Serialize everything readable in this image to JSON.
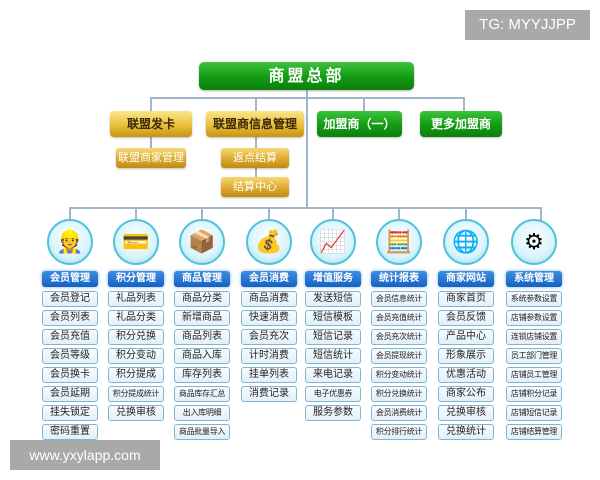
{
  "watermarks": {
    "top_right": "TG: MYYJJPP",
    "bottom_left": "www.yxylapp.com"
  },
  "root": {
    "label": "商盟总部"
  },
  "level2": [
    {
      "label": "联盟发卡",
      "style": "gold",
      "children": [
        "联盟商家管理"
      ]
    },
    {
      "label": "联盟商信息管理",
      "style": "gold",
      "children": [
        "返点结算",
        "结算中心"
      ]
    },
    {
      "label": "加盟商（一）",
      "style": "green",
      "children": []
    },
    {
      "label": "更多加盟商",
      "style": "green",
      "children": []
    }
  ],
  "modules": [
    {
      "label": "会员管理",
      "icon": "users-icon",
      "glyph": "👷",
      "items": [
        "会员登记",
        "会员列表",
        "会员充值",
        "会员等级",
        "会员换卡",
        "会员延期",
        "挂失锁定",
        "密码重置"
      ]
    },
    {
      "label": "积分管理",
      "icon": "credit-card-icon",
      "glyph": "💳",
      "items": [
        "礼品列表",
        "礼品分类",
        "积分兑换",
        "积分变动",
        "积分提成",
        "积分提成统计",
        "兑换审核"
      ]
    },
    {
      "label": "商品管理",
      "icon": "goods-box-icon",
      "glyph": "📦",
      "items": [
        "商品分类",
        "新增商品",
        "商品列表",
        "商品入库",
        "库存列表",
        "商品库存汇总",
        "出入库明细",
        "商品批量导入"
      ]
    },
    {
      "label": "会员消费",
      "icon": "coins-icon",
      "glyph": "💰",
      "items": [
        "商品消费",
        "快速消费",
        "会员充次",
        "计时消费",
        "挂单列表",
        "消费记录"
      ]
    },
    {
      "label": "增值服务",
      "icon": "monitor-chart-icon",
      "glyph": "📈",
      "items": [
        "发送短信",
        "短信模板",
        "短信记录",
        "短信统计",
        "来电记录",
        "电子优惠券",
        "服务参数"
      ]
    },
    {
      "label": "统计报表",
      "icon": "report-calculator-icon",
      "glyph": "🧮",
      "items": [
        "会员信息统计",
        "会员充值统计",
        "会员充次统计",
        "会员提现统计",
        "积分变动统计",
        "积分兑换统计",
        "会员消费统计",
        "积分排行统计"
      ]
    },
    {
      "label": "商家网站",
      "icon": "website-icon",
      "glyph": "🌐",
      "items": [
        "商家首页",
        "会员反馈",
        "产品中心",
        "形象展示",
        "优惠活动",
        "商家公布",
        "兑换审核",
        "兑换统计"
      ]
    },
    {
      "label": "系统管理",
      "icon": "gears-icon",
      "glyph": "⚙",
      "items": [
        "系统参数设置",
        "店铺参数设置",
        "连锁店铺设置",
        "员工部门管理",
        "店铺员工管理",
        "店铺积分记录",
        "店铺短信记录",
        "店铺结算管理"
      ]
    }
  ],
  "colors": {
    "green": "#129a12",
    "gold": "#e9bf3a",
    "blue": "#1561c4",
    "connector": "#9fb6cc",
    "circle_border": "#4fc3dc"
  }
}
